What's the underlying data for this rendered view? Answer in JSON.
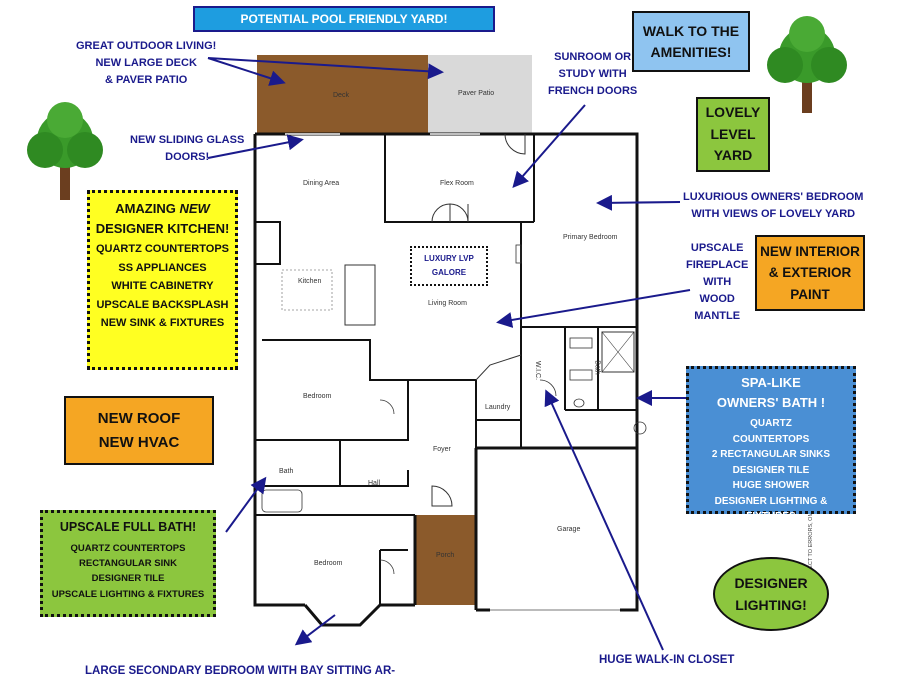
{
  "banner": {
    "title": "POTENTIAL POOL FRIENDLY YARD!"
  },
  "callouts": {
    "outdoor": [
      "GREAT OUTDOOR LIVING!",
      "NEW LARGE DECK",
      "& PAVER PATIO"
    ],
    "sunroom": [
      "SUNROOM OR",
      "STUDY WITH",
      "FRENCH DOORS"
    ],
    "sliding": [
      "NEW SLIDING GLASS",
      "DOORS!"
    ],
    "owners_bedroom": [
      "LUXURIOUS OWNERS' BEDROOM",
      "WITH VIEWS OF LOVELY YARD"
    ],
    "fireplace": [
      "UPSCALE",
      "FIREPLACE",
      "WITH",
      "WOOD",
      "MANTLE"
    ],
    "secondary_bedroom": "LARGE SECONDARY BEDROOM WITH BAY SITTING AR-",
    "closet": "HUGE WALK-IN CLOSET",
    "disclaimer": "*SUBJECT TO ERRORS, OMISSION AND CHANGE. (THE BLUMER GROUP2026)"
  },
  "boxes": {
    "amenities": [
      "WALK TO THE",
      "AMENITIES!"
    ],
    "level_yard": [
      "LOVELY",
      "LEVEL",
      "YARD"
    ],
    "paint": [
      "NEW INTERIOR",
      "& EXTERIOR",
      "PAINT"
    ],
    "kitchen": {
      "title_line1_pre": "AMAZING ",
      "title_line1_em": "NEW",
      "title_line2": "DESIGNER KITCHEN!",
      "items": [
        "QUARTZ COUNTERTOPS",
        "SS APPLIANCES",
        "WHITE CABINETRY",
        "UPSCALE BACKSPLASH",
        "NEW SINK & FIXTURES"
      ]
    },
    "lvp": [
      "LUXURY LVP",
      "GALORE"
    ],
    "roof": [
      "NEW ROOF",
      "NEW HVAC"
    ],
    "full_bath": {
      "title": "UPSCALE FULL BATH!",
      "items": [
        "QUARTZ COUNTERTOPS",
        "RECTANGULAR SINK",
        "DESIGNER TILE",
        "UPSCALE LIGHTING & FIXTURES"
      ]
    },
    "spa_bath": {
      "title": [
        "SPA-LIKE",
        "OWNERS' BATH !"
      ],
      "items": [
        "QUARTZ",
        "COUNTERTOPS",
        "2 RECTANGULAR SINKS",
        "DESIGNER TILE",
        "HUGE SHOWER",
        "DESIGNER LIGHTING & FIXTURES"
      ]
    },
    "lighting": [
      "DESIGNER",
      "LIGHTING!"
    ]
  },
  "rooms": {
    "deck": "Deck",
    "paver": "Paver Patio",
    "dining": "Dining Area",
    "flex": "Flex Room",
    "primary": "Primary Bedroom",
    "kitchen": "Kitchen",
    "living": "Living Room",
    "wic": "W.I.C.",
    "bath_primary": "Bath",
    "bedroom_mid": "Bedroom",
    "laundry": "Laundry",
    "bath_hall": "Bath",
    "foyer": "Foyer",
    "hall": "Hall",
    "garage": "Garage",
    "porch": "Porch",
    "bedroom_front": "Bedroom"
  },
  "colors": {
    "accent_blue": "#1a1a8c",
    "banner_fill": "#1e9de0",
    "yellow": "#ffff22",
    "orange": "#f5a623",
    "green": "#8cc63e",
    "light_blue": "#4a8fd4",
    "pale_blue": "#8fc4f0",
    "deck": "#8b5a2b",
    "paver": "#d9d9d9"
  }
}
